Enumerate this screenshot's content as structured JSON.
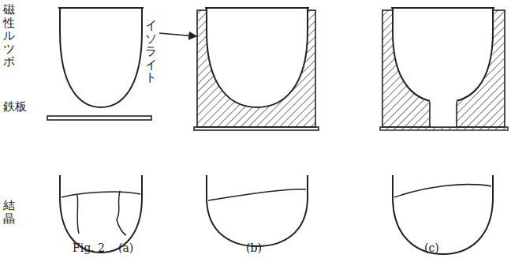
{
  "diagram": {
    "labels": [
      "磁性ルツボ",
      "鉄板",
      "イソライト",
      "結晶",
      "Fig. 2",
      "(a)",
      "(b)",
      "(c)"
    ]
  }
}
